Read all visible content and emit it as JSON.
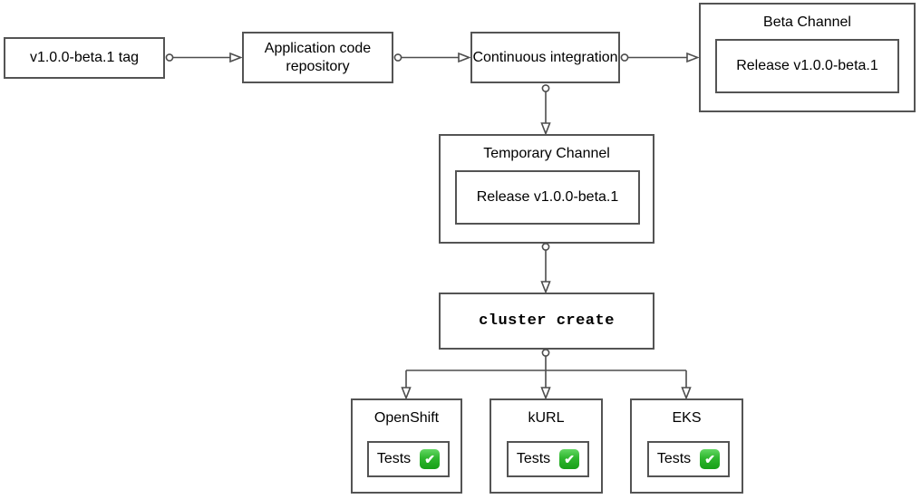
{
  "diagram": {
    "background": "#ffffff",
    "colors": {
      "box_border": "#545454",
      "connector": "#4d4d4d",
      "text": "#000000",
      "check_green": "#2fb62f"
    },
    "icons": {
      "check": "✔"
    },
    "nodes": {
      "tag": {
        "label": "v1.0.0-beta.1 tag"
      },
      "repo": {
        "label": "Application code repository"
      },
      "ci": {
        "label": "Continuous integration"
      },
      "beta_channel": {
        "title": "Beta Channel",
        "release_label": "Release v1.0.0-beta.1"
      },
      "temporary_channel": {
        "title": "Temporary Channel",
        "release_label": "Release v1.0.0-beta.1"
      },
      "cluster_create": {
        "label": "cluster create"
      },
      "openshift": {
        "title": "OpenShift",
        "tests_label": "Tests"
      },
      "kurl": {
        "title": "kURL",
        "tests_label": "Tests"
      },
      "eks": {
        "title": "EKS",
        "tests_label": "Tests"
      }
    }
  }
}
